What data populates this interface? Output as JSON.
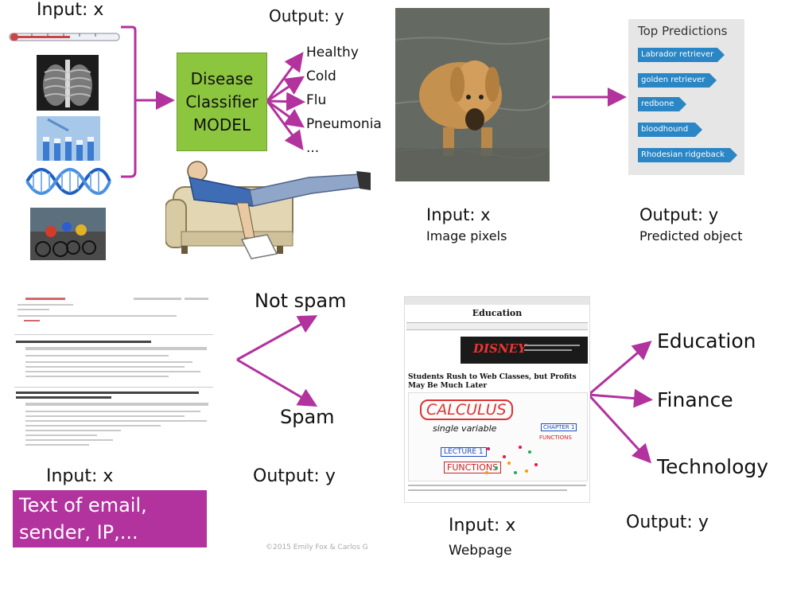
{
  "disease": {
    "input_label": "Input:  x",
    "output_label": "Output:  y",
    "model_lines": [
      "Disease",
      "Classifier",
      "MODEL"
    ],
    "outputs": [
      "Healthy",
      "Cold",
      "Flu",
      "Pneumonia",
      "..."
    ]
  },
  "image": {
    "input_label": "Input:  x",
    "input_sub": "Image pixels",
    "output_label": "Output:  y",
    "output_sub": "Predicted object",
    "panel_title": "Top Predictions",
    "predictions": [
      "Labrador retriever",
      "golden retriever",
      "redbone",
      "bloodhound",
      "Rhodesian ridgeback"
    ]
  },
  "spam": {
    "outputs": [
      "Not spam",
      "Spam"
    ],
    "input_label": "Input:  x",
    "output_label": "Output:  y",
    "input_box": [
      "Text of email,",
      "sender, IP,..."
    ],
    "copyright": "©2015 Emily Fox & Carlos G"
  },
  "web": {
    "section_title": "Education",
    "headline": "Students Rush to Web Classes, but Profits May Be Much Later",
    "ad_brand": "DISNEY",
    "whiteboard": [
      "CALCULUS",
      "single variable",
      "LECTURE 1",
      "FUNCTIONS",
      "CHAPTER 1",
      "FUNCTIONS"
    ],
    "outputs": [
      "Education",
      "Finance",
      "Technology"
    ],
    "input_label": "Input:  x",
    "input_sub": "Webpage",
    "output_label": "Output:  y"
  },
  "colors": {
    "arrow": "#b2329e",
    "model": "#8cc63f",
    "pred": "#2a86c4"
  }
}
